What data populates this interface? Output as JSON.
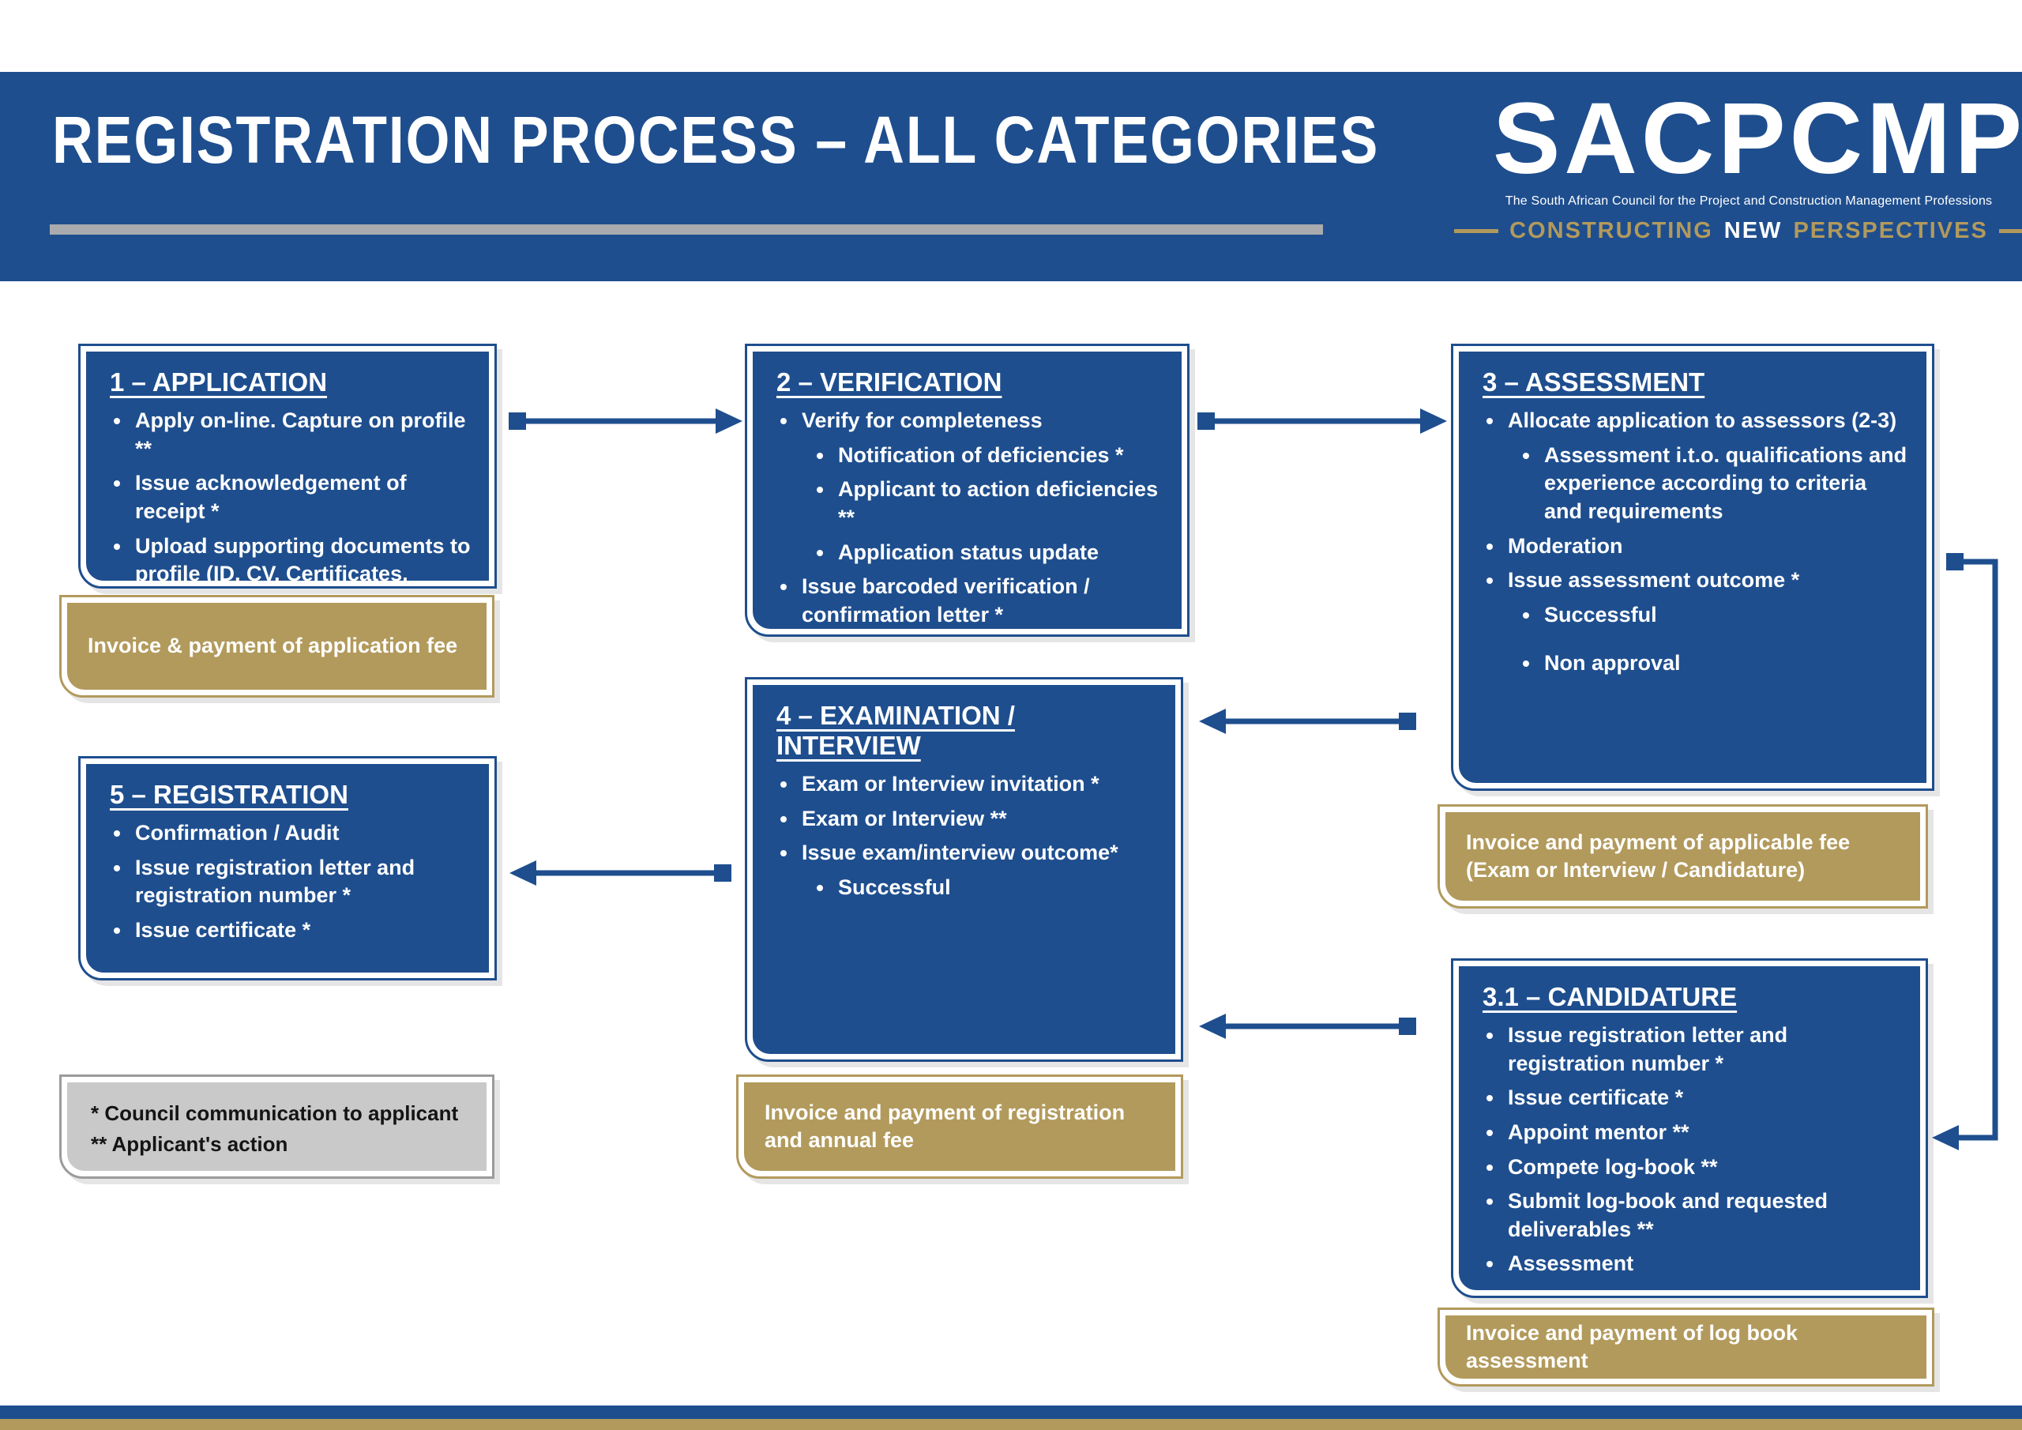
{
  "colors": {
    "navy": "#1e4e8e",
    "gold": "#b29a5c"
  },
  "header": {
    "title": "REGISTRATION PROCESS – ALL CATEGORIES",
    "logo": {
      "name": "SACPCMP",
      "subtitle": "The South African Council for the Project and Construction Management Professions",
      "tagline_pre": "CONSTRUCTING",
      "tagline_mid": "NEW",
      "tagline_post": "PERSPECTIVES"
    }
  },
  "boxes": {
    "application": {
      "title": "1 – APPLICATION",
      "items": [
        {
          "text": "Apply on-line. Capture on profile **",
          "level": 1
        },
        {
          "text": "Issue acknowledgement of receipt *",
          "level": 1
        },
        {
          "text": "Upload supporting documents to profile (ID, CV, Certificates, Project Profile, Project Reports **",
          "level": 1
        }
      ],
      "fee": "Invoice & payment of application fee"
    },
    "verification": {
      "title": "2 – VERIFICATION",
      "items": [
        {
          "text": "Verify for completeness",
          "level": 1
        },
        {
          "text": "Notification of deficiencies *",
          "level": 2
        },
        {
          "text": "Applicant to action deficiencies **",
          "level": 2
        },
        {
          "text": "Application status update",
          "level": 2
        },
        {
          "text": "Issue barcoded verification / confirmation letter *",
          "level": 1
        }
      ]
    },
    "assessment": {
      "title": "3 – ASSESSMENT",
      "items": [
        {
          "text": "Allocate application to assessors (2-3)",
          "level": 1
        },
        {
          "text": "Assessment i.t.o. qualifications and experience according to criteria and requirements",
          "level": 2
        },
        {
          "text": "Moderation",
          "level": 1
        },
        {
          "text": "Issue assessment outcome *",
          "level": 1
        },
        {
          "text": "Successful",
          "level": 2
        },
        {
          "text": "Non approval",
          "level": 2,
          "gap": true
        }
      ],
      "fee": "Invoice and payment of applicable fee (Exam or Interview / Candidature)"
    },
    "examination": {
      "title": "4 – EXAMINATION / INTERVIEW",
      "items": [
        {
          "text": "Exam or Interview invitation *",
          "level": 1
        },
        {
          "text": "Exam or Interview **",
          "level": 1
        },
        {
          "text": "Issue exam/interview outcome*",
          "level": 1
        },
        {
          "text": "Successful",
          "level": 2
        }
      ],
      "fee": "Invoice and payment of registration and annual fee"
    },
    "registration": {
      "title": "5 – REGISTRATION",
      "items": [
        {
          "text": "Confirmation / Audit",
          "level": 1
        },
        {
          "text": "Issue registration letter and registration number *",
          "level": 1
        },
        {
          "text": "Issue certificate *",
          "level": 1
        }
      ]
    },
    "candidature": {
      "title": "3.1 – CANDIDATURE",
      "items": [
        {
          "text": "Issue registration letter and registration number *",
          "level": 1
        },
        {
          "text": "Issue certificate *",
          "level": 1
        },
        {
          "text": "Appoint mentor **",
          "level": 1
        },
        {
          "text": "Compete log-book **",
          "level": 1
        },
        {
          "text": "Submit log-book and requested deliverables **",
          "level": 1
        },
        {
          "text": "Assessment",
          "level": 1
        }
      ],
      "fee": "Invoice and payment of log book assessment"
    }
  },
  "legend": {
    "line1": "* Council communication to applicant",
    "line2": "** Applicant's action"
  }
}
